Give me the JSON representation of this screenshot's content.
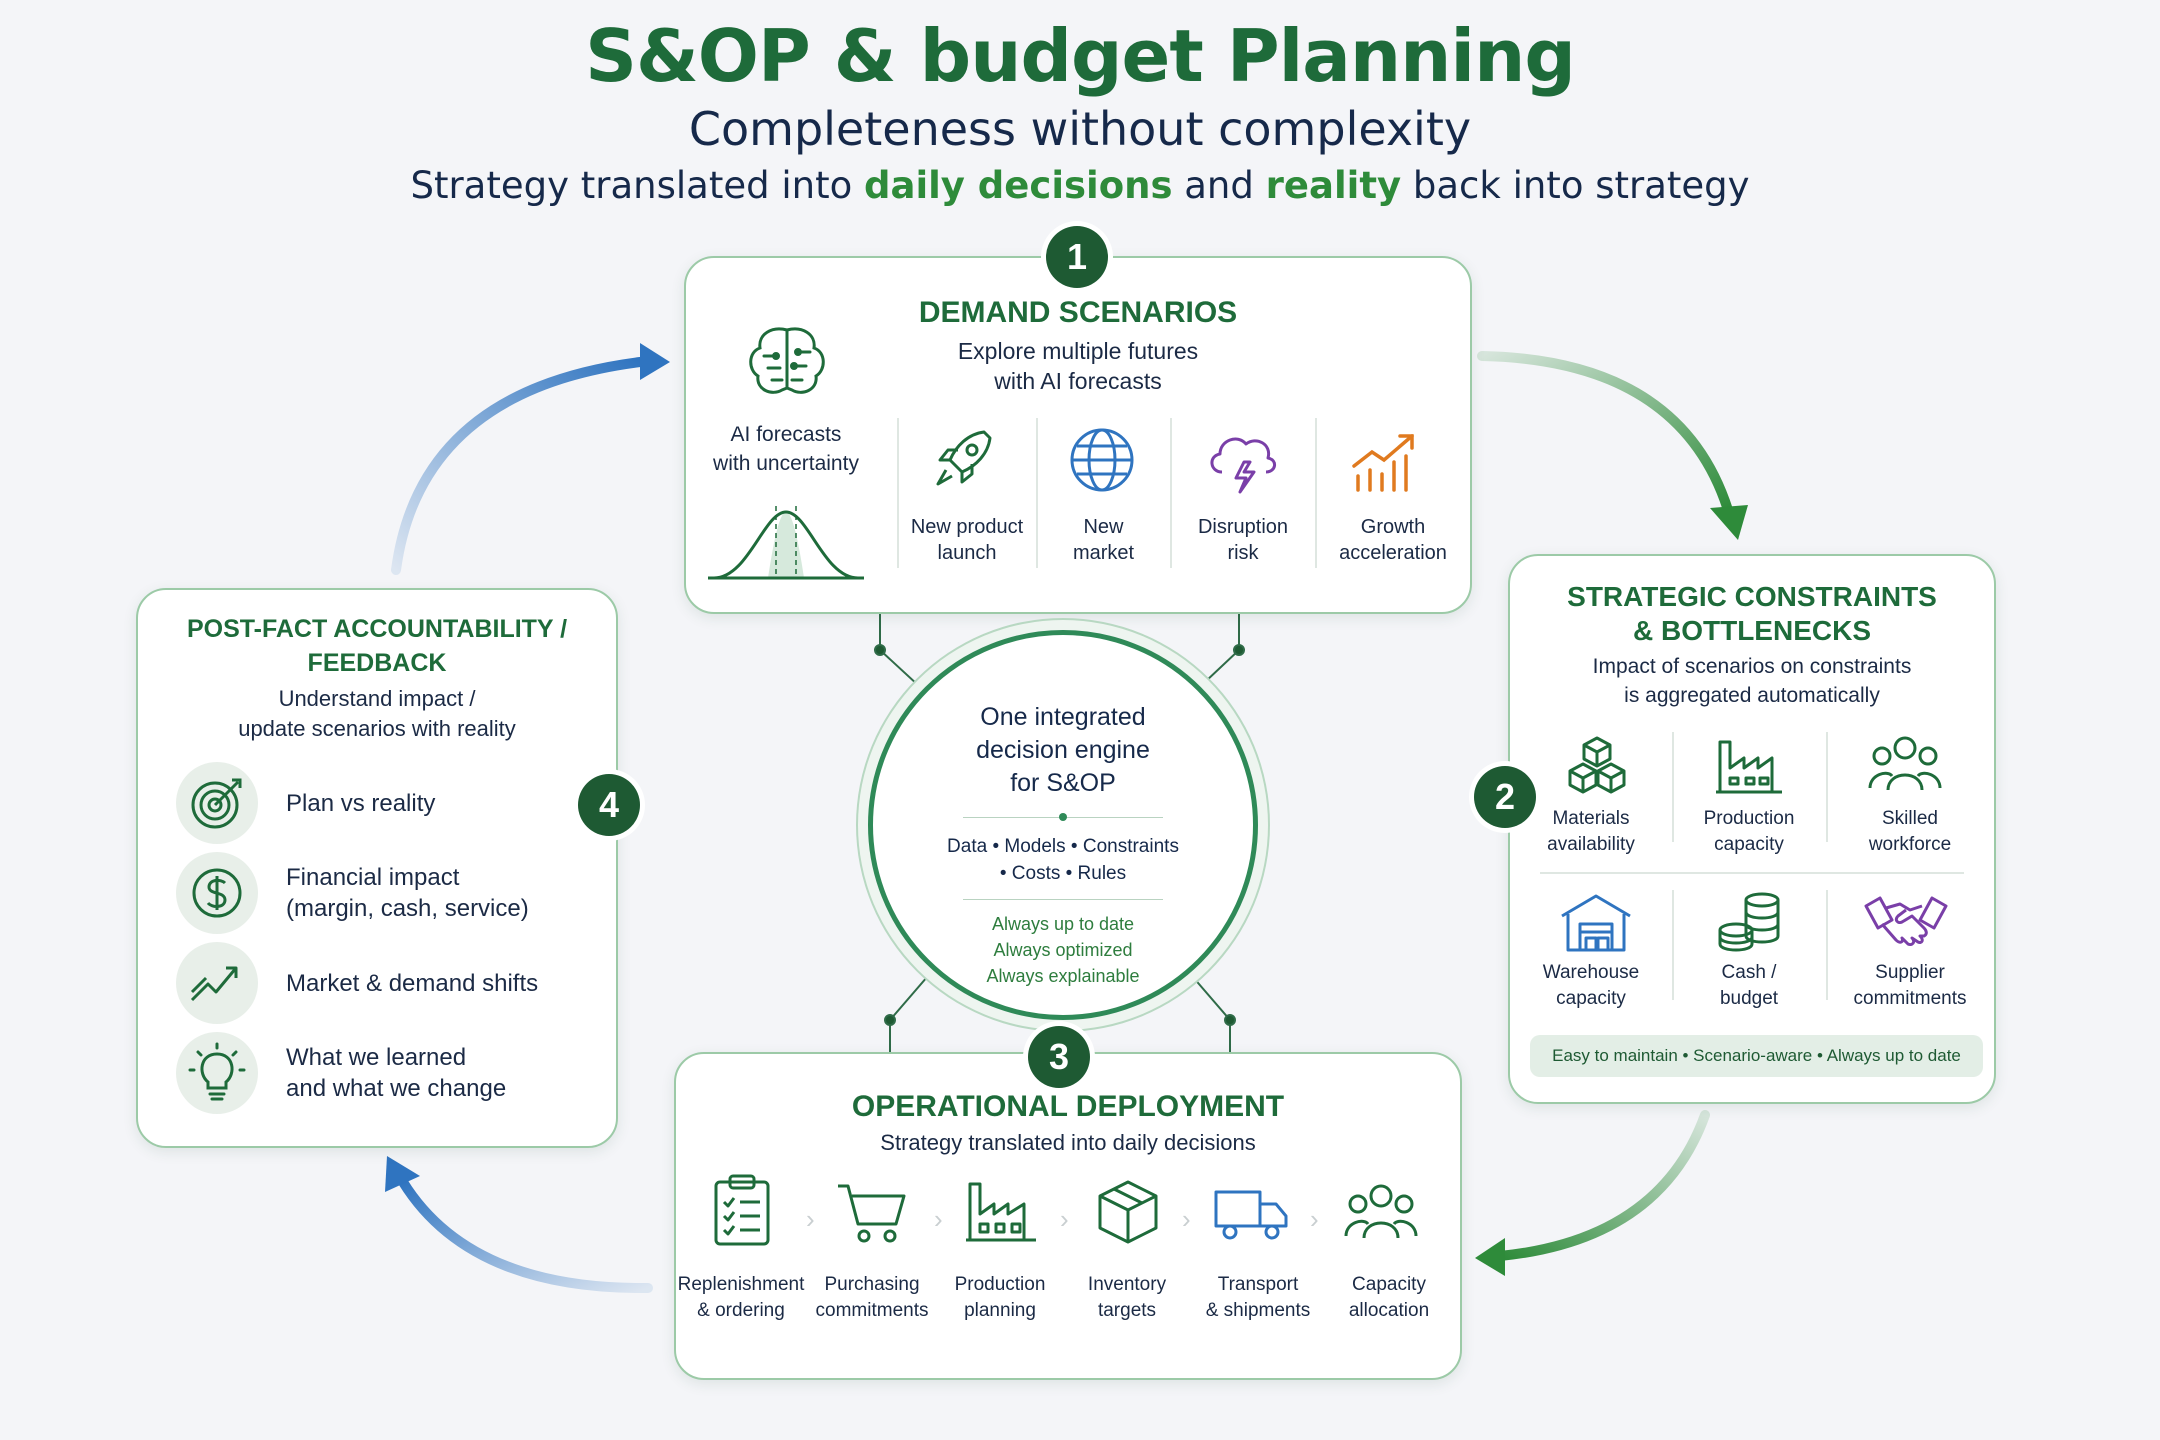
{
  "header": {
    "title": "S&OP & budget Planning",
    "subtitle": "Completeness without complexity",
    "tagline_parts": [
      "Strategy translated into ",
      "daily decisions",
      " and ",
      "reality",
      " back into strategy"
    ]
  },
  "demand": {
    "badge": "1",
    "title": "DEMAND SCENARIOS",
    "subtitle": [
      "Explore multiple futures",
      "with AI forecasts"
    ],
    "ai_label": [
      "AI forecasts",
      "with uncertainty"
    ],
    "items": [
      {
        "label": [
          "New product",
          "launch"
        ],
        "icon": "rocket-icon"
      },
      {
        "label": [
          "New",
          "market"
        ],
        "icon": "globe-icon"
      },
      {
        "label": [
          "Disruption",
          "risk"
        ],
        "icon": "storm-cloud-icon"
      },
      {
        "label": [
          "Growth",
          "acceleration"
        ],
        "icon": "growth-chart-icon"
      }
    ]
  },
  "constraints": {
    "badge": "2",
    "title": [
      "STRATEGIC CONSTRAINTS",
      "& BOTTLENECKS"
    ],
    "subtitle": [
      "Impact of scenarios on constraints",
      "is aggregated automatically"
    ],
    "items": [
      {
        "label": [
          "Materials",
          "availability"
        ],
        "icon": "boxes-icon"
      },
      {
        "label": [
          "Production",
          "capacity"
        ],
        "icon": "factory-icon"
      },
      {
        "label": [
          "Skilled",
          "workforce"
        ],
        "icon": "people-icon"
      },
      {
        "label": [
          "Warehouse",
          "capacity"
        ],
        "icon": "warehouse-icon"
      },
      {
        "label": [
          "Cash /",
          "budget"
        ],
        "icon": "coins-icon"
      },
      {
        "label": [
          "Supplier",
          "commitments"
        ],
        "icon": "handshake-icon"
      }
    ],
    "footer": "Easy to maintain  •  Scenario-aware  •  Always up to date"
  },
  "core": {
    "title": [
      "One integrated",
      "decision engine",
      "for S&OP"
    ],
    "pillars": [
      "Data • Models • Constraints",
      "• Costs • Rules"
    ],
    "claims": [
      "Always up to date",
      "Always optimized",
      "Always explainable"
    ]
  },
  "operations": {
    "badge": "3",
    "title": "OPERATIONAL DEPLOYMENT",
    "subtitle": "Strategy translated into daily decisions",
    "items": [
      {
        "label": [
          "Replenishment",
          "& ordering"
        ],
        "icon": "clipboard-icon"
      },
      {
        "label": [
          "Purchasing",
          "commitments"
        ],
        "icon": "cart-icon"
      },
      {
        "label": [
          "Production",
          "planning"
        ],
        "icon": "factory-icon"
      },
      {
        "label": [
          "Inventory",
          "targets"
        ],
        "icon": "box-icon"
      },
      {
        "label": [
          "Transport",
          "& shipments"
        ],
        "icon": "truck-icon"
      },
      {
        "label": [
          "Capacity",
          "allocation"
        ],
        "icon": "people-icon"
      }
    ]
  },
  "feedback": {
    "badge": "4",
    "title": [
      "POST-FACT ACCOUNTABILITY /",
      "FEEDBACK"
    ],
    "subtitle": [
      "Understand impact /",
      "update scenarios with reality"
    ],
    "items": [
      {
        "label": [
          "Plan vs reality"
        ],
        "icon": "target-icon"
      },
      {
        "label": [
          "Financial impact",
          "(margin, cash, service)"
        ],
        "icon": "dollar-icon"
      },
      {
        "label": [
          "Market & demand shifts"
        ],
        "icon": "trend-icon"
      },
      {
        "label": [
          "What we learned",
          "and what we change"
        ],
        "icon": "lightbulb-icon"
      }
    ]
  },
  "colors": {
    "brand_green": "#1e6b3a",
    "accent_green": "#2e8b3a",
    "arrow_blue": "#2f74c0",
    "navy_text": "#16294a"
  }
}
